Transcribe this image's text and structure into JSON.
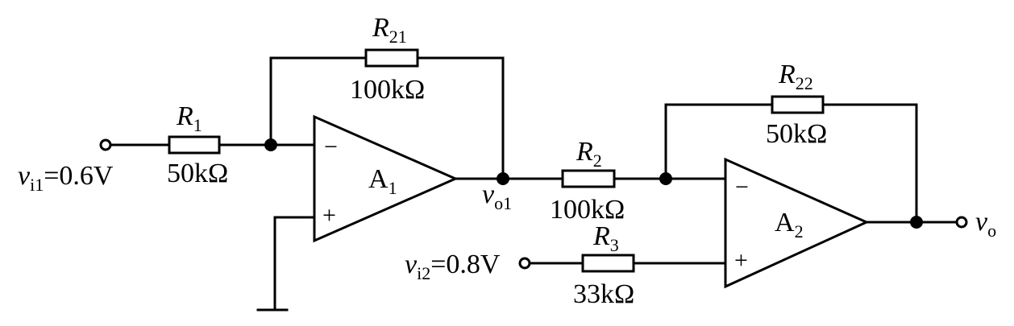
{
  "circuit": {
    "inputs": {
      "vi1": {
        "symbol": "v",
        "sub": "i1",
        "value": "=0.6V"
      },
      "vi2": {
        "symbol": "v",
        "sub": "i2",
        "value": "=0.8V"
      }
    },
    "output": {
      "symbol": "v",
      "sub": "o"
    },
    "vo1": {
      "symbol": "v",
      "sub": "o1"
    },
    "resistors": {
      "R1": {
        "symbol": "R",
        "sub": "1",
        "value": "50kΩ"
      },
      "R21": {
        "symbol": "R",
        "sub": "21",
        "value": "100kΩ"
      },
      "R2": {
        "symbol": "R",
        "sub": "2",
        "value": "100kΩ"
      },
      "R22": {
        "symbol": "R",
        "sub": "22",
        "value": "50kΩ"
      },
      "R3": {
        "symbol": "R",
        "sub": "3",
        "value": "33kΩ"
      }
    },
    "opamps": {
      "A1": {
        "symbol": "A",
        "sub": "1",
        "inv": "−",
        "noninv": "+"
      },
      "A2": {
        "symbol": "A",
        "sub": "2",
        "inv": "−",
        "noninv": "+"
      }
    }
  }
}
